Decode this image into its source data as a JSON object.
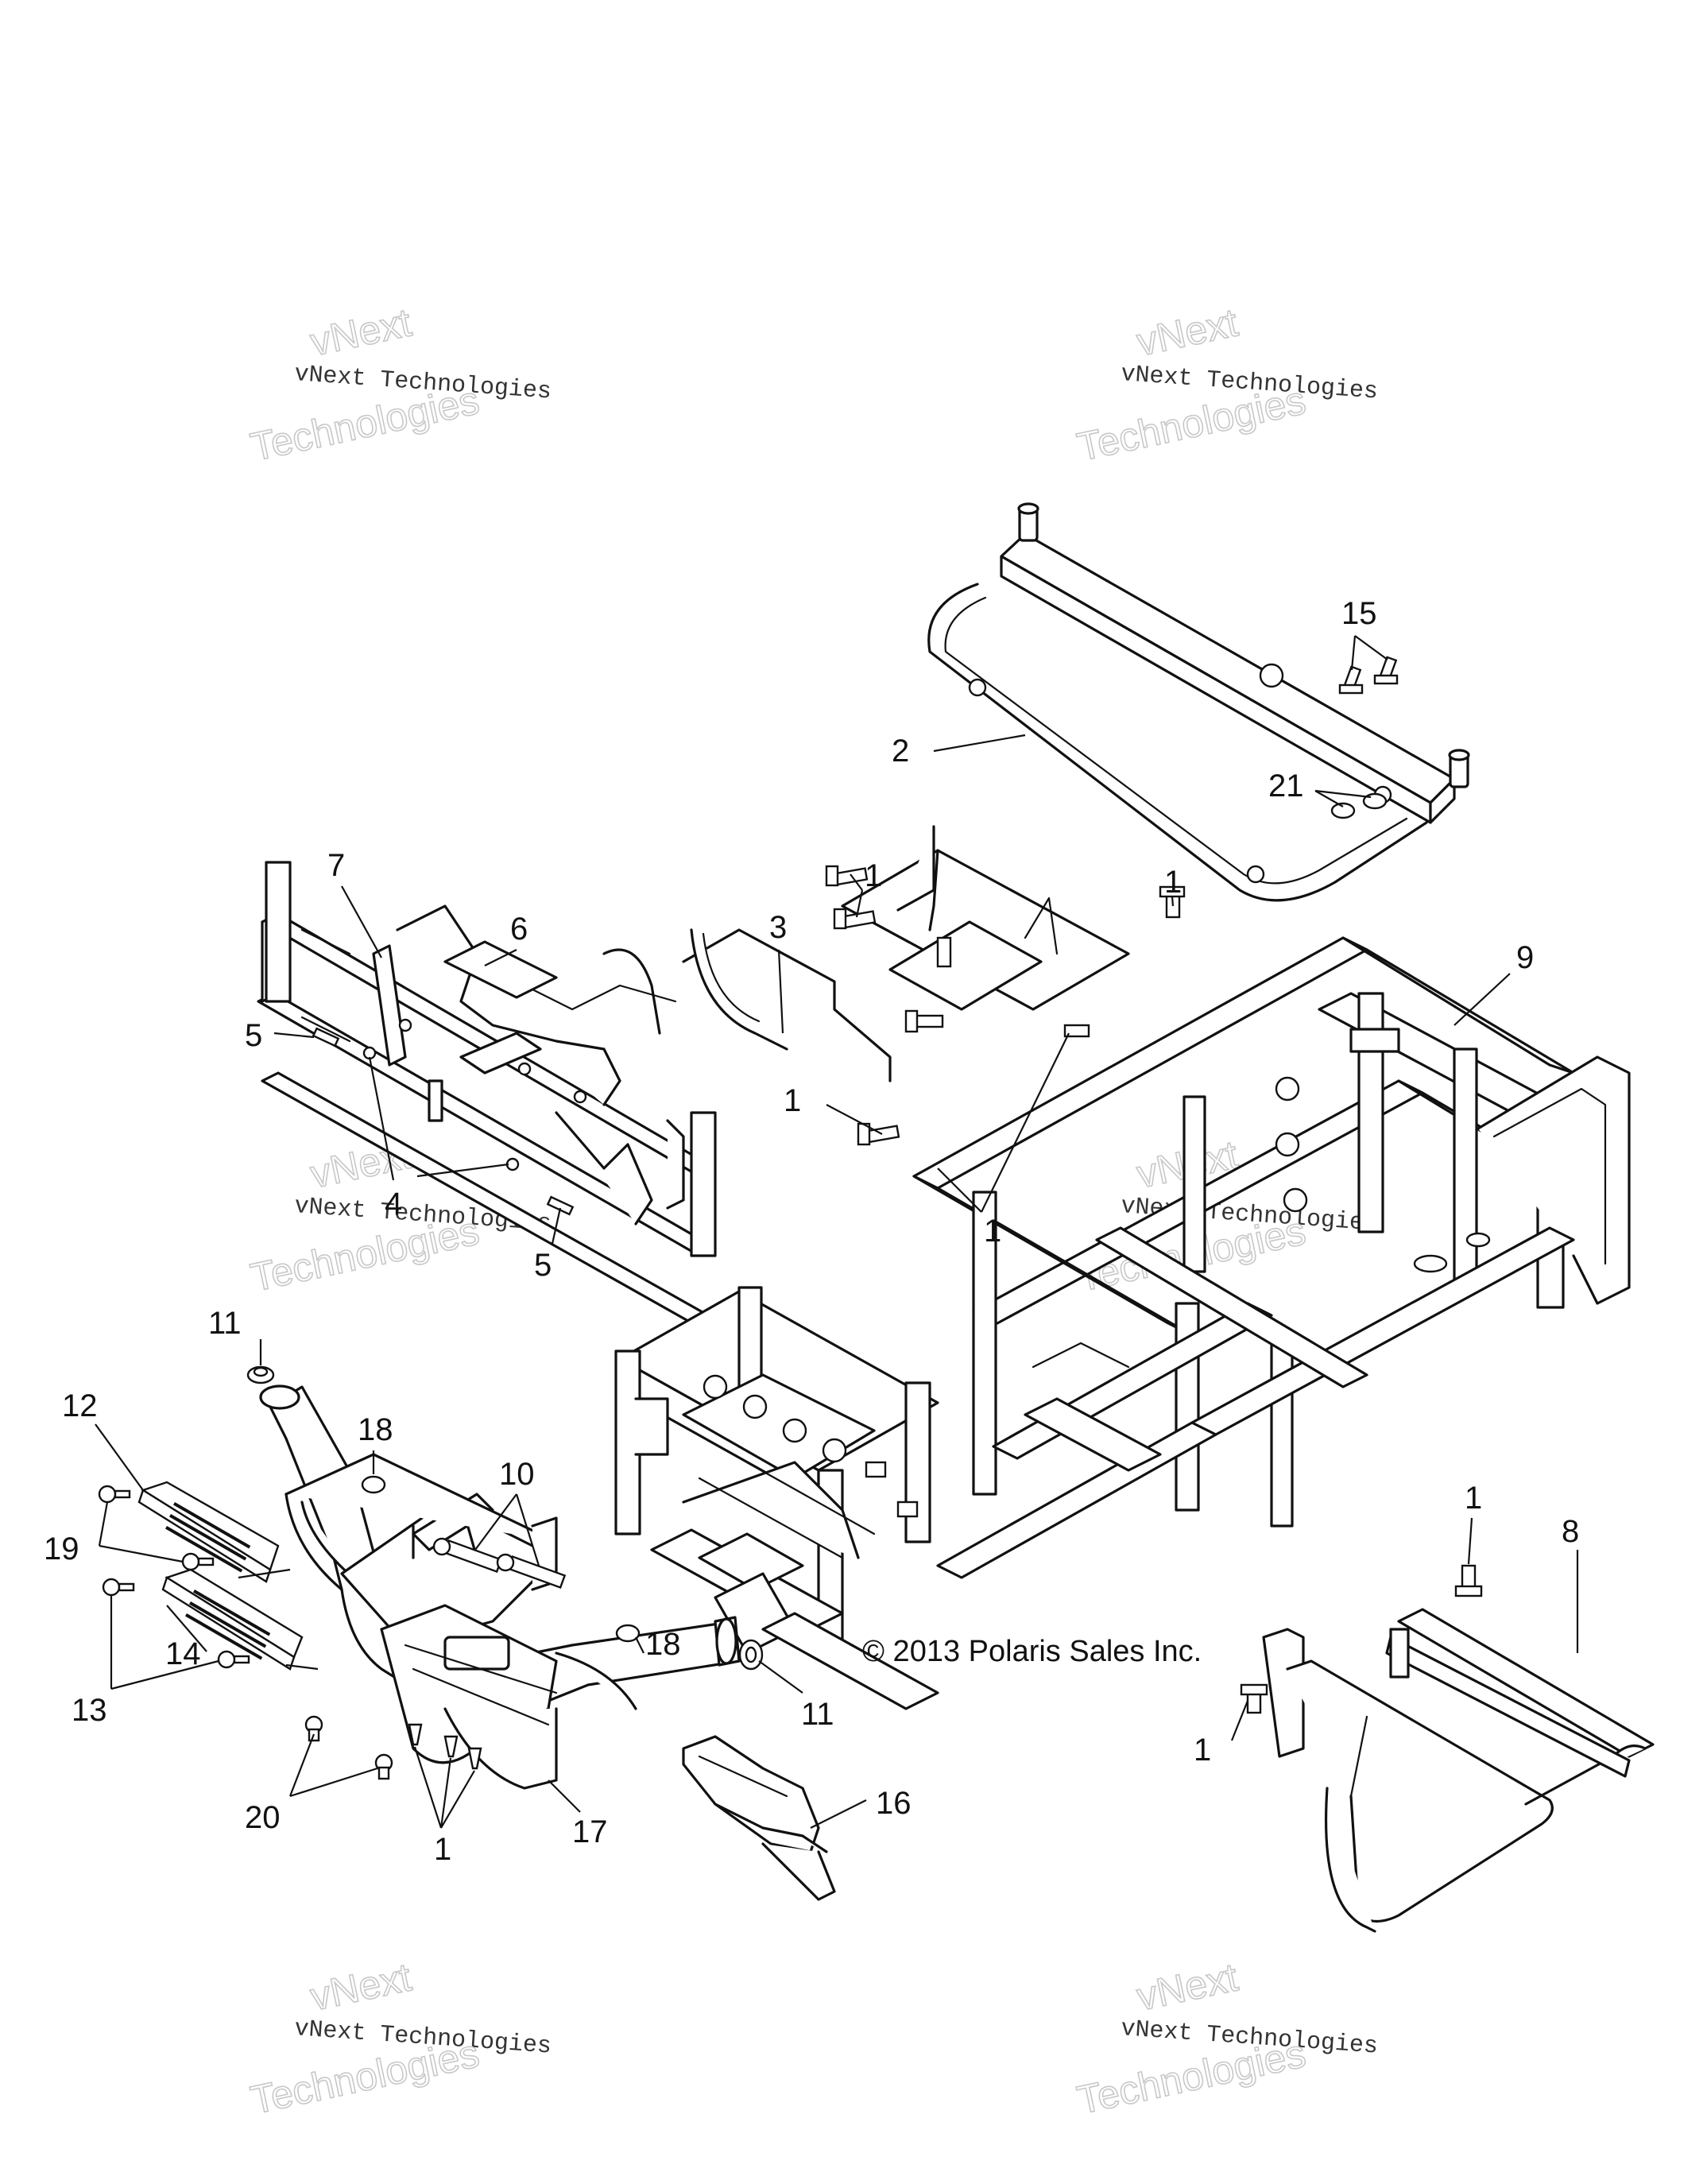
{
  "copyright": "© 2013 Polaris Sales Inc.",
  "watermark": {
    "line_small": "vNext Technologies",
    "line_top": "vNext",
    "line_large": "Technologies"
  },
  "callouts": [
    {
      "id": "c15",
      "label": "15"
    },
    {
      "id": "c2",
      "label": "2"
    },
    {
      "id": "c21",
      "label": "21"
    },
    {
      "id": "c7",
      "label": "7"
    },
    {
      "id": "c6",
      "label": "6"
    },
    {
      "id": "c1a",
      "label": "1"
    },
    {
      "id": "c3",
      "label": "3"
    },
    {
      "id": "c1b",
      "label": "1"
    },
    {
      "id": "c9",
      "label": "9"
    },
    {
      "id": "c5a",
      "label": "5"
    },
    {
      "id": "c1c",
      "label": "1"
    },
    {
      "id": "c1d",
      "label": "1"
    },
    {
      "id": "c4",
      "label": "4"
    },
    {
      "id": "c5b",
      "label": "5"
    },
    {
      "id": "c11a",
      "label": "11"
    },
    {
      "id": "c12",
      "label": "12"
    },
    {
      "id": "c18a",
      "label": "18"
    },
    {
      "id": "c10",
      "label": "10"
    },
    {
      "id": "c19",
      "label": "19"
    },
    {
      "id": "c1e",
      "label": "1"
    },
    {
      "id": "c8",
      "label": "8"
    },
    {
      "id": "c14",
      "label": "14"
    },
    {
      "id": "c18b",
      "label": "18"
    },
    {
      "id": "c13",
      "label": "13"
    },
    {
      "id": "c11b",
      "label": "11"
    },
    {
      "id": "c1f",
      "label": "1"
    },
    {
      "id": "c16",
      "label": "16"
    },
    {
      "id": "c20",
      "label": "20"
    },
    {
      "id": "c17",
      "label": "17"
    },
    {
      "id": "c1g",
      "label": "1"
    }
  ]
}
